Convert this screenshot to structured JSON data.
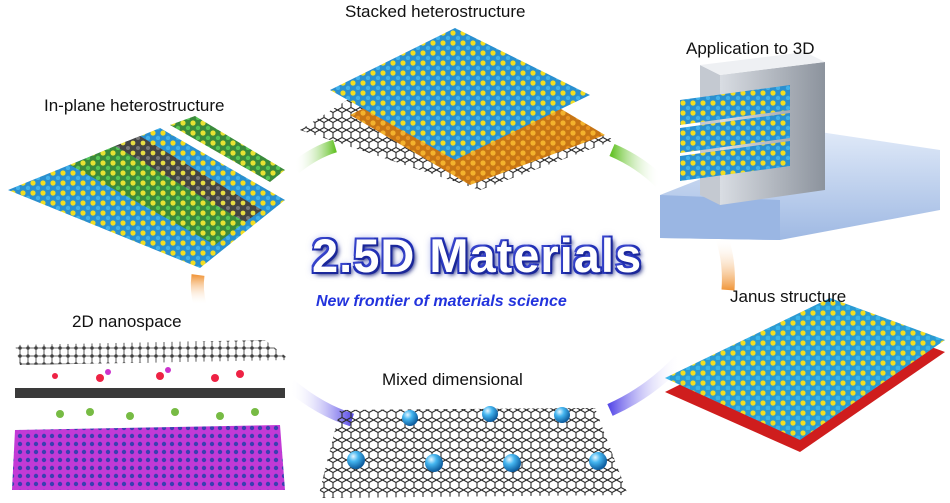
{
  "title": "2.5D Materials",
  "subtitle": "New frontier of materials science",
  "labels": {
    "stacked": "Stacked heterostructure",
    "inplane": "In-plane heterostructure",
    "application": "Application to 3D",
    "nanospace": "2D nanospace",
    "mixed": "Mixed dimensional",
    "janus": "Janus structure"
  },
  "colors": {
    "title_blue": "#2233dd",
    "sulfur_yellow": "#f2dd22",
    "metal_blue": "#2a9fd8",
    "graphene_gray": "#3a3a3a",
    "arrow_green": "#77cc33",
    "arrow_orange": "#f19a3e",
    "arrow_purple": "#6655ee",
    "substrate_blue": "#c7d8f2",
    "oxygen_red": "#dd1111"
  }
}
